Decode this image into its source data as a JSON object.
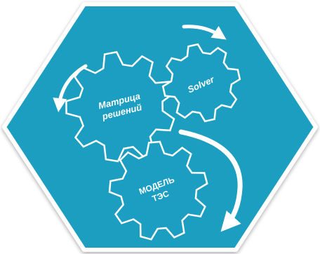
{
  "colors": {
    "hexagon_fill": "#1b9ec1",
    "hexagon_border": "#ffffff",
    "gear_fill": "#1b9ec1",
    "gear_stroke": "#ffffff",
    "arrow": "#ffffff",
    "text": "#ffffff"
  },
  "gears": {
    "matrix": {
      "line1": "Матрица",
      "line2": "решений"
    },
    "solver": {
      "label": "Solver"
    },
    "model": {
      "line1": "МОДЕЛЬ",
      "line2": "ТЭС"
    }
  },
  "arrows": [
    "arrow-top-right",
    "arrow-left",
    "arrow-right-large"
  ]
}
